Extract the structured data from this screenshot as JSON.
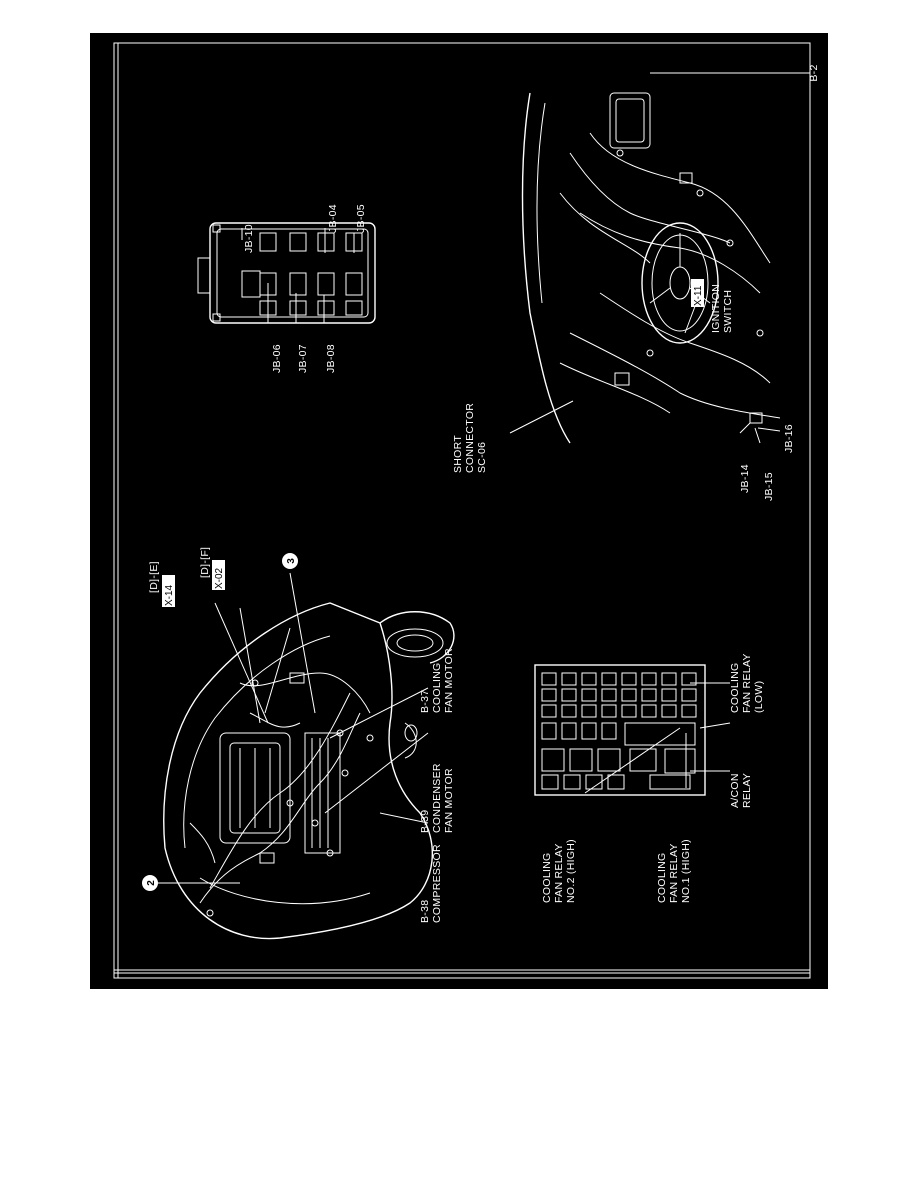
{
  "page_code": "B-2",
  "engine_bay": {
    "callout_2": "2",
    "callout_3": "3",
    "de_label": "[D]-[E]",
    "de_box": "X-14",
    "df_label": "[D]-[F]",
    "df_box": "X-02",
    "b37": [
      "B-37",
      "COOLING",
      "FAN MOTOR"
    ],
    "b39": [
      "B-39",
      "CONDENSER",
      "FAN MOTOR"
    ],
    "b38": [
      "B-38",
      "COMPRESSOR"
    ]
  },
  "relay_box": {
    "cool2": [
      "COOLING",
      "FAN RELAY",
      "NO.2 (HIGH)"
    ],
    "cool1": [
      "COOLING",
      "FAN RELAY",
      "NO.1 (HIGH)"
    ],
    "acon": [
      "A/CON",
      "RELAY"
    ],
    "low": [
      "COOLING",
      "FAN RELAY",
      "(LOW)"
    ]
  },
  "junction_box": {
    "jb10": "JB-10",
    "jb04": "JB-04",
    "jb05": "JB-05",
    "jb06": "JB-06",
    "jb07": "JB-07",
    "jb08": "JB-08"
  },
  "dash": {
    "short": [
      "SHORT",
      "CONNECTOR",
      "SC-06"
    ],
    "x11": "X-11",
    "ign": [
      "IGNITION",
      "SWITCH"
    ],
    "jb14": "JB-14",
    "jb15": "JB-15",
    "jb16": "JB-16"
  }
}
